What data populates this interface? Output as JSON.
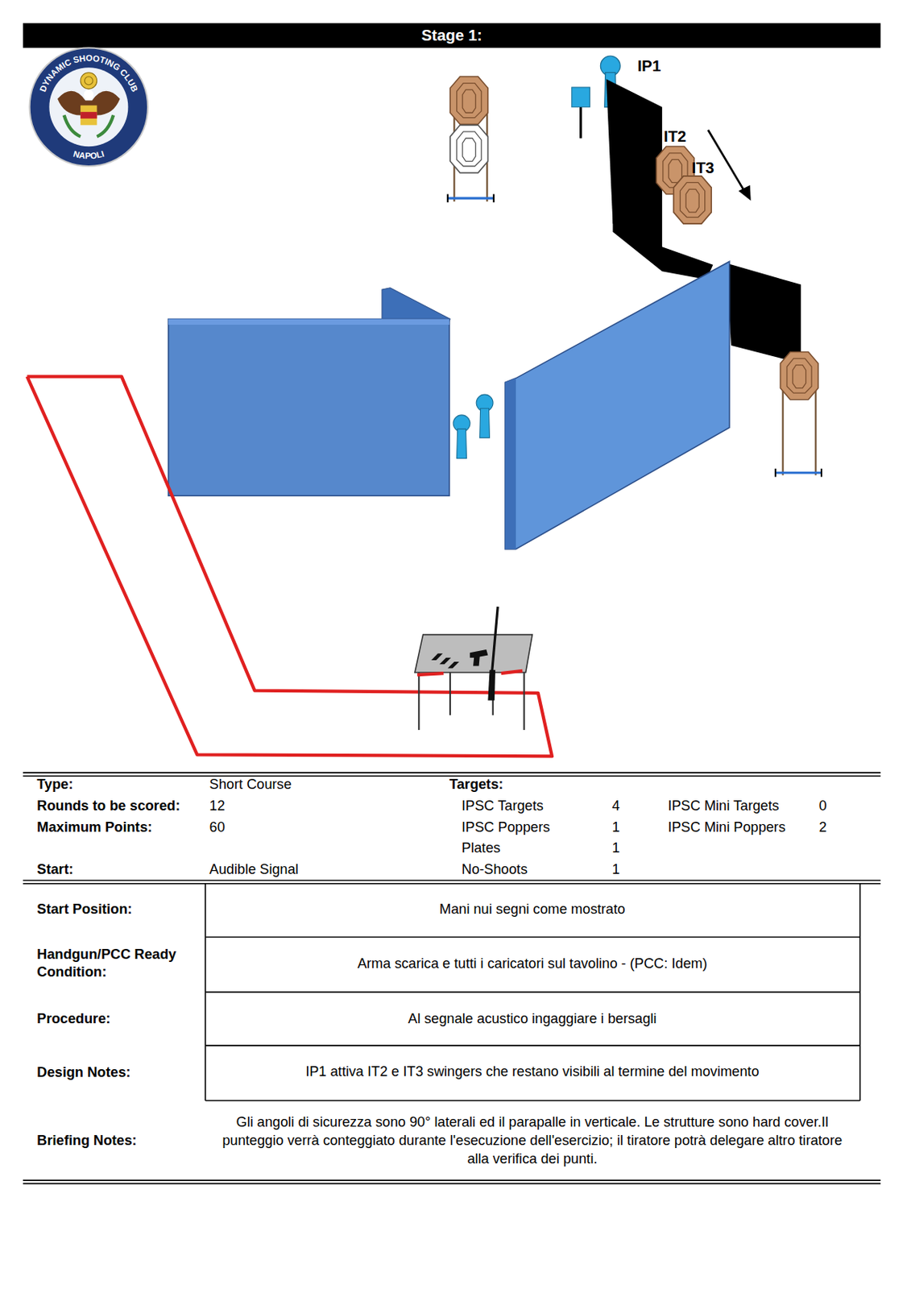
{
  "diagram": {
    "title": "Stage 1:",
    "labels": [
      "DYNAMIC SHOOTING CLUB",
      "NAPOLI",
      "IP1",
      "IT2",
      "IT3",
      "Type:",
      "Short Course",
      "Rounds to be scored:",
      "12",
      "Maximum Points:",
      "60",
      "Start:",
      "Audible Signal",
      "Targets:",
      "IPSC Targets",
      "4",
      "IPSC Mini Targets",
      "0",
      "IPSC Poppers",
      "1",
      "IPSC Mini Poppers",
      "2",
      "Plates",
      "1",
      "No-Shoots",
      "1",
      "Start Position:",
      "Mani nui segni come mostrato",
      "Handgun/PCC Ready Condition:",
      "Arma scarica e tutti i caricatori sul tavolino - (PCC: Idem)",
      "Procedure:",
      "Al segnale acustico ingaggiare i bersagli",
      "Design Notes:",
      "IP1 attiva IT2 e IT3 swingers che restano visibili al termine del movimento",
      "Briefing Notes:",
      "Gli angoli di sicurezza sono 90° laterali ed il parapalle in verticale. Le strutture sono hard cover.Il punteggio verrà conteggiato durante l'esecuzione dell'esercizio; il tiratore potrà delegare altro tiratore alla verifica dei punti."
    ]
  }
}
